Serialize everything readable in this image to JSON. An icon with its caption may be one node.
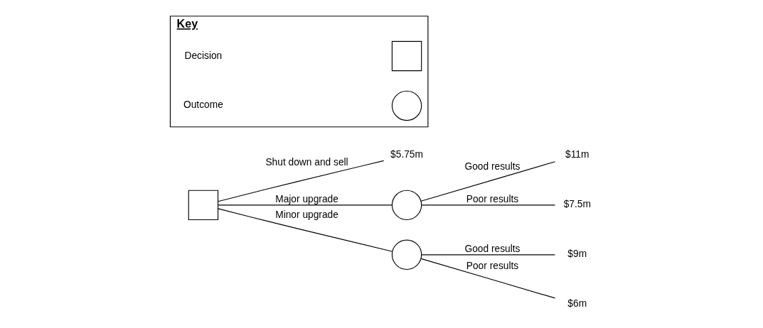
{
  "diagram": {
    "nodes": [
      {
        "text": [],
        "shape": "box"
      },
      {
        "text": [
          "$5.75m"
        ]
      },
      {
        "text": [],
        "shape": "circle"
      },
      {
        "text": [
          "$11m"
        ]
      },
      {
        "text": [
          "$7.5m"
        ]
      },
      {
        "text": [],
        "shape": "circle"
      },
      {
        "text": [
          "$9m"
        ]
      },
      {
        "text": [
          "$6m"
        ]
      },
      {
        "text": [
          "Key"
        ]
      },
      {
        "text": [],
        "shape": "box",
        "in": 8
      },
      {
        "text": [],
        "shape": "circle",
        "in": 8
      }
    ],
    "edges": [
      {
        "from": 0,
        "to": 1,
        "arrow": "none",
        "label": "Shut down and sell"
      },
      {
        "from": 0,
        "to": 2,
        "arrow": "none",
        "label": "Major upgrade"
      },
      {
        "from": 0,
        "to": 5,
        "arrow": "none",
        "label": "Minor upgrade"
      },
      {
        "from": 2,
        "to": 3,
        "arrow": "none",
        "label": "Good results"
      },
      {
        "from": 2,
        "to": 4,
        "arrow": "none",
        "label": "Poor results"
      },
      {
        "from": 5,
        "to": 6,
        "arrow": "none",
        "label": "Good results"
      },
      {
        "from": 5,
        "to": 7,
        "arrow": "none",
        "label": "Poor results"
      }
    ],
    "legend": [
      {
        "text": "Decision"
      },
      {
        "text": "Outcome"
      }
    ]
  }
}
